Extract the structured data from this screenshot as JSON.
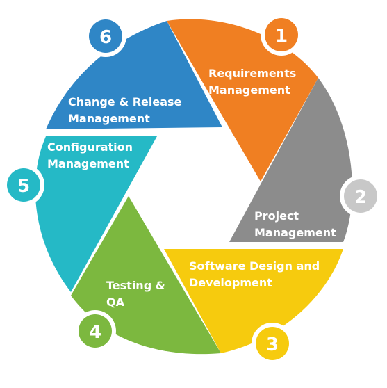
{
  "segments": [
    {
      "id": 1,
      "number": "1",
      "label_lines": [
        "Requirements",
        "Management"
      ],
      "color": "#f07f22"
    },
    {
      "id": 2,
      "number": "2",
      "label_lines": [
        "Project",
        "Management"
      ],
      "color": "#8c8c8c",
      "badge_color": "#c8c8c8"
    },
    {
      "id": 3,
      "number": "3",
      "label_lines": [
        "Software Design and",
        "Development"
      ],
      "color": "#f6cb0e"
    },
    {
      "id": 4,
      "number": "4",
      "label_lines": [
        "Testing &",
        "QA"
      ],
      "color": "#7cb83f"
    },
    {
      "id": 5,
      "number": "5",
      "label_lines": [
        "Configuration",
        "Management"
      ],
      "color": "#25b9c6"
    },
    {
      "id": 6,
      "number": "6",
      "label_lines": [
        "Change & Release",
        "Management"
      ],
      "color": "#2f86c6"
    }
  ]
}
